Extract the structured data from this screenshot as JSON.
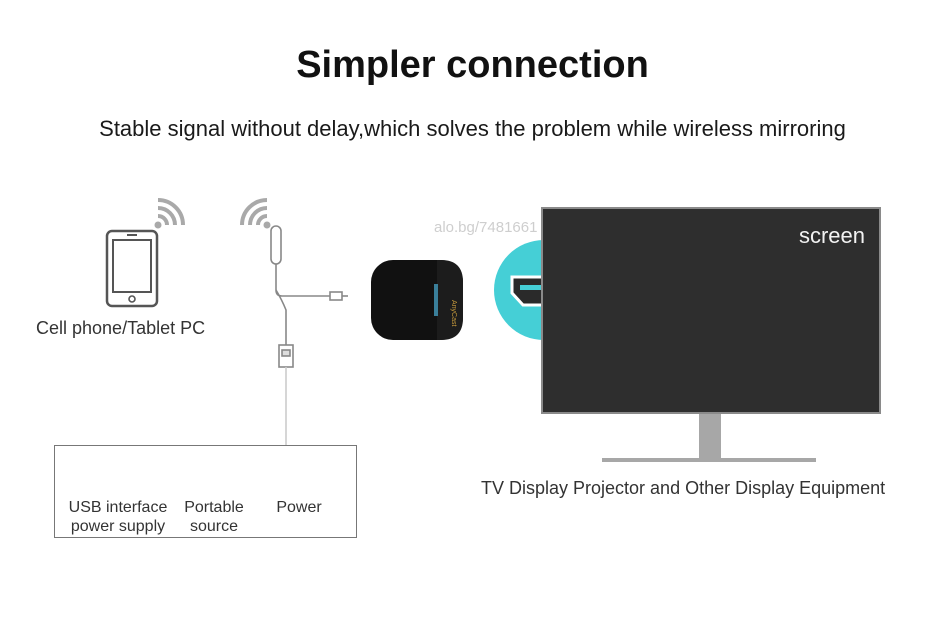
{
  "heading": {
    "title": "Simpler connection",
    "subtitle": "Stable signal without delay,which solves the problem while wireless mirroring"
  },
  "phone": {
    "caption": "Cell phone/Tablet PC"
  },
  "power_options": {
    "usb_line1": "USB interface",
    "usb_line2": "power supply",
    "portable_line1": "Portable",
    "portable_line2": "source",
    "power": "Power"
  },
  "tv": {
    "screen_text": "screen",
    "caption": "TV Display Projector and Other Display Equipment"
  },
  "watermark": "alo.bg/7481661",
  "colors": {
    "hdmi_circle": "#45cfd6",
    "tv_screen": "#2e2e2e",
    "tv_frame": "#8a8a8a",
    "dongle": "#111111",
    "wifi_gray": "#a9a9a9"
  },
  "icons": {
    "phone": "smartphone-icon",
    "wifi": "wifi-signal-icon",
    "hdmi": "hdmi-port-icon",
    "usb": "usb-port-icon",
    "powerbank": "power-bank-icon",
    "plug": "power-plug-icon"
  }
}
